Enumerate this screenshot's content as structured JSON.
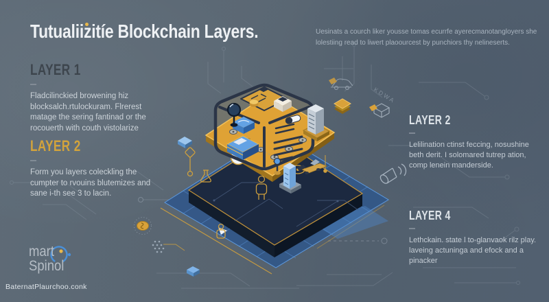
{
  "header": {
    "title": "Tutualiizitíe Blockchain Layers.",
    "intro": "Uesinats a courch liker yousse tomas ecurrfe ayerecmanotangloyers she lolestiing read to liwert plaoourcest by punchiors thy nelineserts."
  },
  "sections": {
    "left": [
      {
        "heading": "LAYER 1",
        "body": "Fladcilinckied browening hiz blocksalch.rtulockuram. Flrerest matage the sering fantinad or the rocouerth with couth vistolarize"
      },
      {
        "heading": "LAYER 2",
        "body": "Form you layers coleckling the cumpter to rvouins blutemizes and sane i-th see 3 to lacin."
      }
    ],
    "right": [
      {
        "heading": "LAYER 2",
        "body": "Lelilination ctinst feccing, nosushine beth derit. I solomared tutrep ation, comp lenein manderside."
      },
      {
        "heading": "LAYER 4",
        "body": "Lethckain. state l to-glanvaok rilz play. laveing actuninga and efock and a pinacker"
      }
    ]
  },
  "logo": {
    "line1": "mart",
    "line2": "Spinol"
  },
  "footer": {
    "credit": "BaternatPlaurchoo.conk"
  },
  "watermark": "KDWA",
  "colors": {
    "background": "#5b6874",
    "accent_gold": "#d2a33c",
    "platform_orange": "#dd9f33",
    "platform_navy": "#1c2940",
    "platform_blue": "#30568a",
    "grid_blue": "#5d9ae0",
    "logo_blue": "#4a90d9",
    "heading_dark": "#3d454d",
    "text_light": "#ccd3d9",
    "title_white": "#eef1f4"
  },
  "illustration": {
    "icons": [
      "wireframe-cube",
      "block-stack",
      "server-tower-gray",
      "server-tower-blue",
      "magnifier",
      "gauge",
      "person-outline",
      "flask",
      "megaphone",
      "coin",
      "chip",
      "cube-outline",
      "car-sketch",
      "network-nodes",
      "cursor-arrow",
      "drone",
      "circuit-lines",
      "dot-cluster",
      "logo-mark"
    ]
  }
}
